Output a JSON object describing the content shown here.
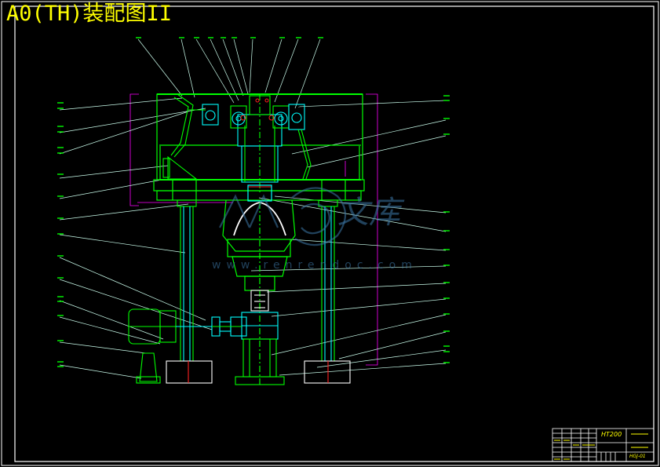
{
  "title": "A0(TH)装配图II",
  "watermark": {
    "glyphs": "文库",
    "url": "www.renrendoc.com"
  },
  "title_block": {
    "material": "HT200",
    "drawing_no": "HGJ-01"
  },
  "colors": {
    "background": "#000000",
    "title": "#ffff00",
    "frame": "#ffffff",
    "structure": "#00ff00",
    "detail": "#00ffff",
    "leader": "#ffffff",
    "dimension": "#ff00ff",
    "watermark": "#3d78a8"
  }
}
